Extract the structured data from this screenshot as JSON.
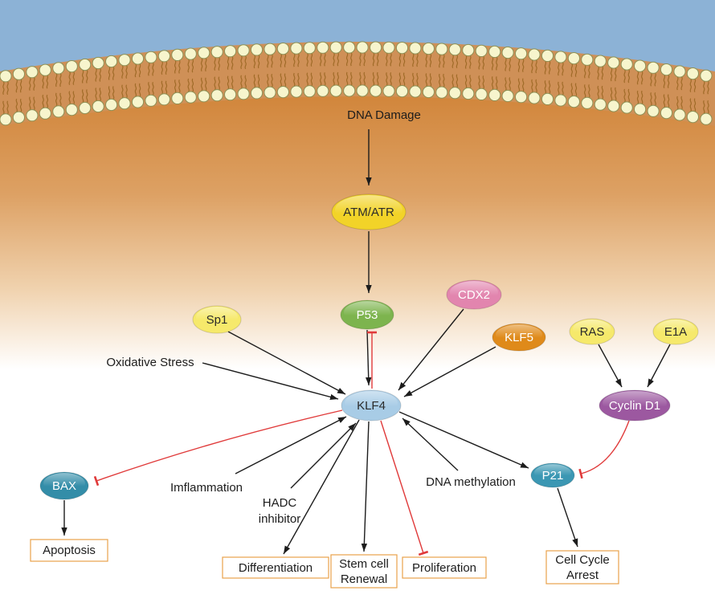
{
  "diagram": {
    "type": "cell-signaling-pathway",
    "subject": "KLF4 regulation network",
    "labels": {
      "dna_damage": "DNA Damage",
      "oxidative_stress": "Oxidative Stress",
      "imflammation": "Imflammation",
      "hadc_line1": "HADC",
      "hadc_line2": "inhibitor",
      "dna_methylation": "DNA methylation"
    },
    "nodes": {
      "atm_atr": {
        "label": "ATM/ATR",
        "color": "#f2d328"
      },
      "p53": {
        "label": "P53",
        "color": "#7db44e"
      },
      "sp1": {
        "label": "Sp1",
        "color": "#f6e96b"
      },
      "cdx2": {
        "label": "CDX2",
        "color": "#e285ae"
      },
      "klf5": {
        "label": "KLF5",
        "color": "#df8a1a"
      },
      "ras": {
        "label": "RAS",
        "color": "#f6e96b"
      },
      "e1a": {
        "label": "E1A",
        "color": "#f6e96b"
      },
      "cyclin_d1": {
        "label": "Cyclin D1",
        "color": "#9c58a0"
      },
      "klf4": {
        "label": "KLF4",
        "color": "#a8cce6"
      },
      "p21": {
        "label": "P21",
        "color": "#3b97b3"
      },
      "bax": {
        "label": "BAX",
        "color": "#338da8"
      }
    },
    "outcomes": {
      "apoptosis": "Apoptosis",
      "differentiation": "Differentiation",
      "stem_cell_line1": "Stem cell",
      "stem_cell_line2": "Renewal",
      "proliferation": "Proliferation",
      "cell_cycle_line1": "Cell Cycle",
      "cell_cycle_line2": "Arrest"
    },
    "palette": {
      "activation_edge": "#1c1c1c",
      "inhibition_edge": "#e03a3a",
      "outcome_box_border": "#e9a24b",
      "sky": "#8cb2d6",
      "membrane_band": "#cf9057",
      "cytoplasm_top": "#d2873d"
    },
    "edges": [
      {
        "from": "DNA Damage",
        "to": "ATM/ATR",
        "effect": "activates"
      },
      {
        "from": "ATM/ATR",
        "to": "P53",
        "effect": "activates"
      },
      {
        "from": "P53",
        "to": "KLF4",
        "effect": "activates"
      },
      {
        "from": "KLF4",
        "to": "P53",
        "effect": "inhibits"
      },
      {
        "from": "Sp1",
        "to": "KLF4",
        "effect": "activates"
      },
      {
        "from": "Oxidative Stress",
        "to": "KLF4",
        "effect": "activates"
      },
      {
        "from": "CDX2",
        "to": "KLF4",
        "effect": "activates"
      },
      {
        "from": "KLF5",
        "to": "KLF4",
        "effect": "activates"
      },
      {
        "from": "Imflammation",
        "to": "KLF4",
        "effect": "activates"
      },
      {
        "from": "HADC inhibitor",
        "to": "KLF4",
        "effect": "activates"
      },
      {
        "from": "DNA methylation",
        "to": "KLF4",
        "effect": "activates"
      },
      {
        "from": "KLF4",
        "to": "P21",
        "effect": "activates"
      },
      {
        "from": "KLF4",
        "to": "Differentiation",
        "effect": "activates"
      },
      {
        "from": "KLF4",
        "to": "Stem cell Renewal",
        "effect": "activates"
      },
      {
        "from": "KLF4",
        "to": "Proliferation",
        "effect": "inhibits"
      },
      {
        "from": "KLF4",
        "to": "BAX",
        "effect": "inhibits"
      },
      {
        "from": "BAX",
        "to": "Apoptosis",
        "effect": "activates"
      },
      {
        "from": "P21",
        "to": "Cell Cycle Arrest",
        "effect": "activates"
      },
      {
        "from": "RAS",
        "to": "Cyclin D1",
        "effect": "activates"
      },
      {
        "from": "E1A",
        "to": "Cyclin D1",
        "effect": "activates"
      },
      {
        "from": "Cyclin D1",
        "to": "P21",
        "effect": "inhibits"
      }
    ]
  }
}
